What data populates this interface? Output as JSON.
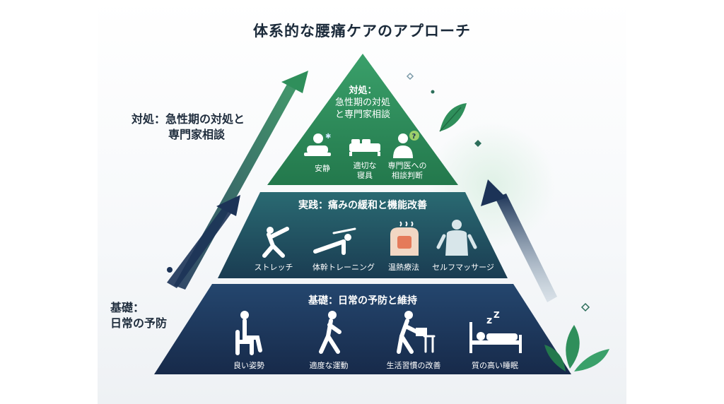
{
  "title": "体系的な腰痛ケアのアプローチ",
  "side_labels": {
    "top": [
      "対処：急性期の対処と",
      "専門家相談"
    ],
    "bottom": [
      "基礎：",
      "日常の予防"
    ]
  },
  "tiers": {
    "top": {
      "title_lines": [
        "対処：",
        "急性期の対処",
        "と専門家相談"
      ],
      "items": [
        {
          "label": "安静",
          "icon": "rest-icon"
        },
        {
          "label": "適切な\n寝具",
          "icon": "bed-icon"
        },
        {
          "label": "専門医への\n相談判断",
          "icon": "doctor-icon"
        }
      ]
    },
    "middle": {
      "title": "実践：痛みの緩和と機能改善",
      "items": [
        {
          "label": "ストレッチ",
          "icon": "stretch-icon"
        },
        {
          "label": "体幹トレーニング",
          "icon": "plank-icon"
        },
        {
          "label": "温熱療法",
          "icon": "heat-therapy-icon"
        },
        {
          "label": "セルフマッサージ",
          "icon": "massage-icon"
        }
      ]
    },
    "bottom": {
      "title": "基礎：日常の予防と維持",
      "items": [
        {
          "label": "良い姿勢",
          "icon": "sitting-posture-icon"
        },
        {
          "label": "適度な運動",
          "icon": "walking-icon"
        },
        {
          "label": "生活習慣の改善",
          "icon": "lifting-icon"
        },
        {
          "label": "質の高い睡眠",
          "icon": "sleep-icon"
        }
      ]
    }
  },
  "colors": {
    "top_tier": "#2f8f5b",
    "middle_tier": "#1f4a5e",
    "bottom_tier": "#1c3357",
    "arrow_green": "#2f8f5b",
    "arrow_navy": "#1c3357"
  }
}
